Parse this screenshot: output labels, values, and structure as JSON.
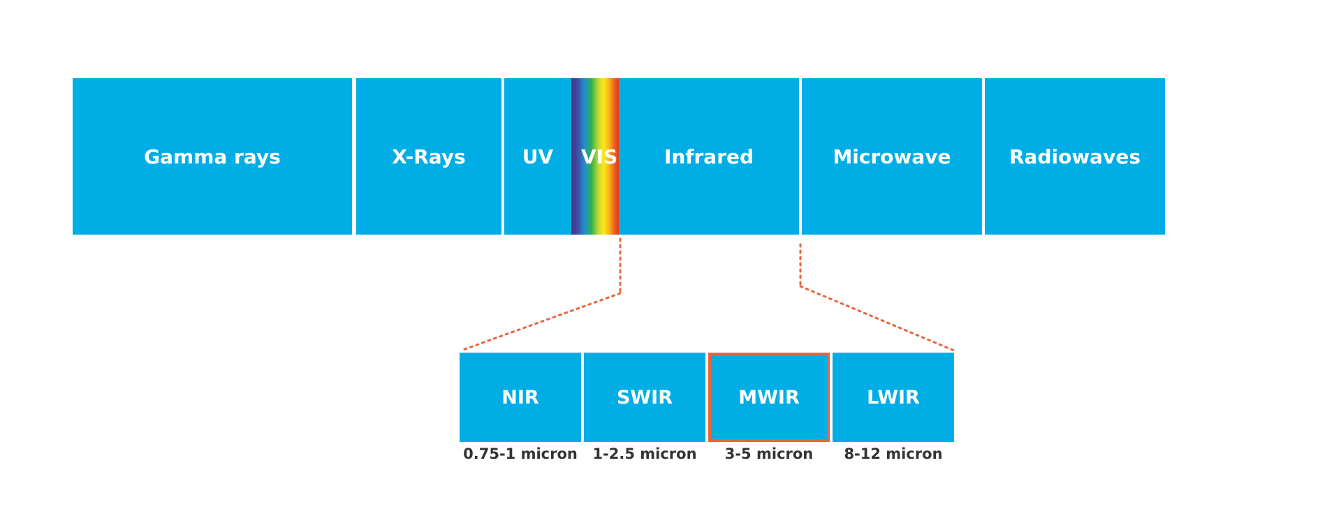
{
  "spectrum": {
    "gamma": "Gamma rays",
    "xray": "X-Rays",
    "uv": "UV",
    "vis": "VIS",
    "infrared": "Infrared",
    "microwave": "Microwave",
    "radiowaves": "Radiowaves"
  },
  "infrared_bands": [
    {
      "name": "NIR",
      "range": "0.75-1 micron",
      "highlighted": false
    },
    {
      "name": "SWIR",
      "range": "1-2.5 micron",
      "highlighted": false
    },
    {
      "name": "MWIR",
      "range": "3-5 micron",
      "highlighted": true
    },
    {
      "name": "LWIR",
      "range": "8-12 micron",
      "highlighted": false
    }
  ],
  "colors": {
    "band_fill": "#00aee5",
    "band_text": "#ffffff",
    "accent": "#e9643a",
    "range_text": "#333333"
  }
}
